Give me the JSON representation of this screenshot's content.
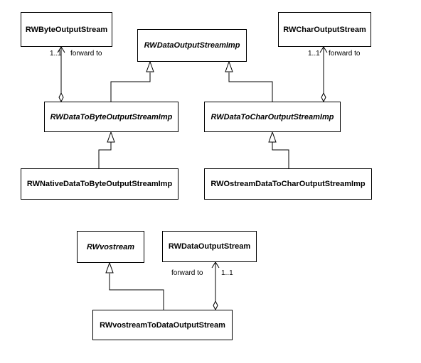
{
  "classes": {
    "byte_out": "RWByteOutputStream",
    "data_out_imp": "RWDataOutputStreamImp",
    "char_out": "RWCharOutputStream",
    "data_to_byte": "RWDataToByteOutputStreamImp",
    "data_to_char": "RWDataToCharOutputStreamImp",
    "native_to_byte": "RWNativeDataToByteOutputStreamImp",
    "ostream_to_char": "RWOstreamDataToCharOutputStreamImp",
    "vostream": "RWvostream",
    "data_out": "RWDataOutputStream",
    "vostream_to_data": "RWvostreamToDataOutputStream"
  },
  "labels": {
    "mult_left": "1..1",
    "fwd_left": "forward to",
    "mult_right": "1..1",
    "fwd_right": "forward to",
    "fwd_bottom": "forward to",
    "mult_bottom": "1..1"
  },
  "colors": {
    "line": "#000000",
    "box_fill": "#ffffff"
  }
}
